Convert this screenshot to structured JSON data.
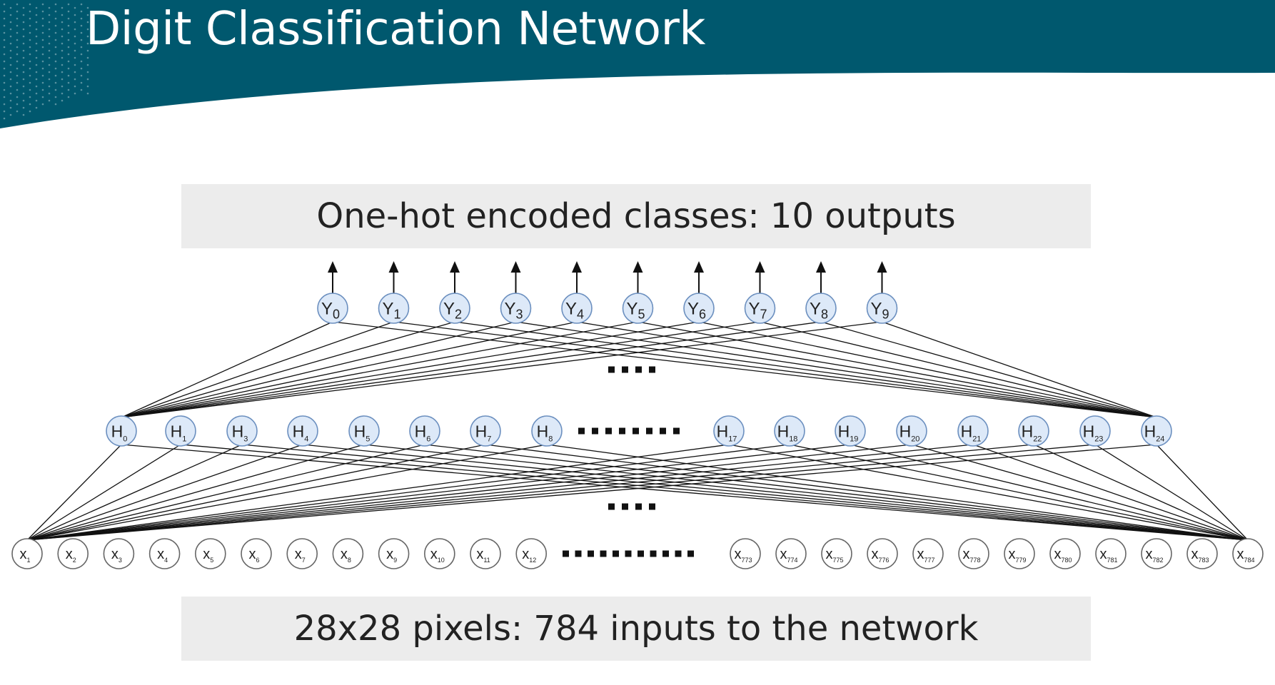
{
  "slide": {
    "title": "Digit Classification Network",
    "top_caption": "One-hot encoded classes: 10 outputs",
    "bottom_caption": "28x28 pixels: 784 inputs to the network"
  },
  "colors": {
    "header": "#00586e",
    "dots": "#ffffff",
    "caption_bg": "#ececec",
    "hidden_node_fill": "#dde9f8",
    "hidden_node_stroke": "#6b8fbf",
    "input_node_fill": "#ffffff",
    "input_node_stroke": "#666666",
    "edge": "#111111"
  },
  "network": {
    "output_nodes": [
      {
        "letter": "Y",
        "sub": "0"
      },
      {
        "letter": "Y",
        "sub": "1"
      },
      {
        "letter": "Y",
        "sub": "2"
      },
      {
        "letter": "Y",
        "sub": "3"
      },
      {
        "letter": "Y",
        "sub": "4"
      },
      {
        "letter": "Y",
        "sub": "5"
      },
      {
        "letter": "Y",
        "sub": "6"
      },
      {
        "letter": "Y",
        "sub": "7"
      },
      {
        "letter": "Y",
        "sub": "8"
      },
      {
        "letter": "Y",
        "sub": "9"
      }
    ],
    "hidden_nodes": [
      {
        "letter": "H",
        "sub": "0"
      },
      {
        "letter": "H",
        "sub": "1"
      },
      {
        "letter": "H",
        "sub": "3"
      },
      {
        "letter": "H",
        "sub": "4"
      },
      {
        "letter": "H",
        "sub": "5"
      },
      {
        "letter": "H",
        "sub": "6"
      },
      {
        "letter": "H",
        "sub": "7"
      },
      {
        "letter": "H",
        "sub": "8"
      },
      {
        "letter": "H",
        "sub": "17"
      },
      {
        "letter": "H",
        "sub": "18"
      },
      {
        "letter": "H",
        "sub": "19"
      },
      {
        "letter": "H",
        "sub": "20"
      },
      {
        "letter": "H",
        "sub": "21"
      },
      {
        "letter": "H",
        "sub": "22"
      },
      {
        "letter": "H",
        "sub": "23"
      },
      {
        "letter": "H",
        "sub": "24"
      }
    ],
    "input_nodes": [
      {
        "letter": "x",
        "sub": "1"
      },
      {
        "letter": "x",
        "sub": "2"
      },
      {
        "letter": "x",
        "sub": "3"
      },
      {
        "letter": "x",
        "sub": "4"
      },
      {
        "letter": "x",
        "sub": "5"
      },
      {
        "letter": "x",
        "sub": "6"
      },
      {
        "letter": "x",
        "sub": "7"
      },
      {
        "letter": "x",
        "sub": "8"
      },
      {
        "letter": "x",
        "sub": "9"
      },
      {
        "letter": "x",
        "sub": "10"
      },
      {
        "letter": "x",
        "sub": "11"
      },
      {
        "letter": "x",
        "sub": "12"
      },
      {
        "letter": "x",
        "sub": "773"
      },
      {
        "letter": "x",
        "sub": "774"
      },
      {
        "letter": "x",
        "sub": "775"
      },
      {
        "letter": "x",
        "sub": "776"
      },
      {
        "letter": "x",
        "sub": "777"
      },
      {
        "letter": "x",
        "sub": "778"
      },
      {
        "letter": "x",
        "sub": "779"
      },
      {
        "letter": "x",
        "sub": "780"
      },
      {
        "letter": "x",
        "sub": "781"
      },
      {
        "letter": "x",
        "sub": "782"
      },
      {
        "letter": "x",
        "sub": "783"
      },
      {
        "letter": "x",
        "sub": "784"
      }
    ]
  }
}
